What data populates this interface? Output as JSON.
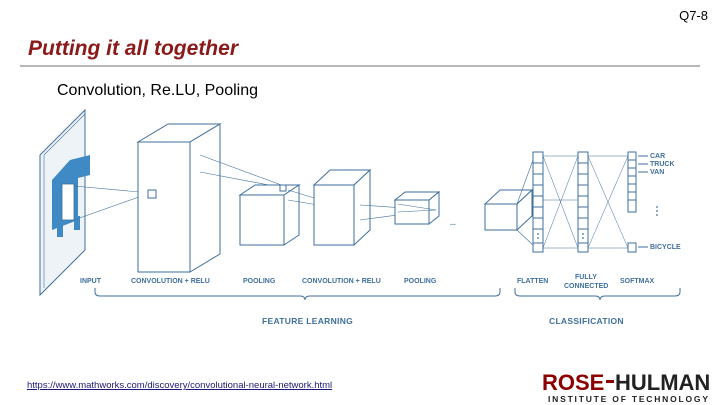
{
  "slide_number": "Q7-8",
  "title": "Putting it all together",
  "subtitle": "Convolution, Re.LU, Pooling",
  "diagram": {
    "stage_labels": {
      "input": "INPUT",
      "conv_relu_1": "CONVOLUTION + RELU",
      "pooling_1": "POOLING",
      "conv_relu_2": "CONVOLUTION + RELU",
      "pooling_2": "POOLING",
      "flatten": "FLATTEN",
      "fully_connected_line1": "FULLY",
      "fully_connected_line2": "CONNECTED",
      "softmax": "SOFTMAX"
    },
    "class_labels": [
      "CAR",
      "TRUCK",
      "VAN",
      "BICYCLE"
    ],
    "ellipsis": "...",
    "section_labels": {
      "feature_learning": "FEATURE LEARNING",
      "classification": "CLASSIFICATION"
    },
    "colors": {
      "line": "#3f6f9c",
      "accent": "#3f8ac4"
    }
  },
  "source_link": "https://www.mathworks.com/discovery/convolutional-neural-network.html",
  "logo": {
    "part1": "ROSE",
    "part2": "HULMAN",
    "tagline": "INSTITUTE OF TECHNOLOGY",
    "colors": {
      "maroon": "#8b0000",
      "dark": "#222222"
    }
  }
}
